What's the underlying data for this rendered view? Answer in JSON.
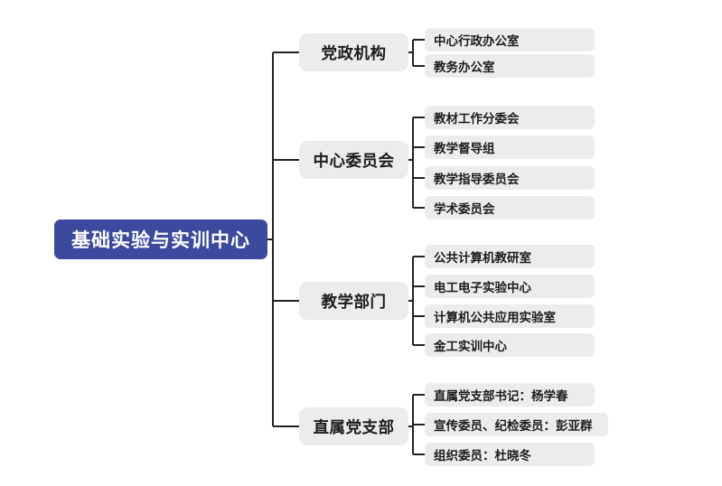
{
  "diagram": {
    "type": "organizational-tree",
    "orientation": "left-to-right",
    "title_node": "基础实验与实训中心",
    "colors": {
      "root_fill": "#3b4a9e",
      "root_text": "#ffffff",
      "node_fill": "#ececec",
      "node_text": "#1c1c1c",
      "connector": "#222222",
      "background": "#ffffff"
    },
    "root": {
      "label": "基础实验与实训中心"
    },
    "branches": [
      {
        "label": "党政机构",
        "children": [
          {
            "label": "中心行政办公室"
          },
          {
            "label": "教务办公室"
          }
        ]
      },
      {
        "label": "中心委员会",
        "children": [
          {
            "label": "教材工作分委会"
          },
          {
            "label": "教学督导组"
          },
          {
            "label": "教学指导委员会"
          },
          {
            "label": "学术委员会"
          }
        ]
      },
      {
        "label": "教学部门",
        "children": [
          {
            "label": "公共计算机教研室"
          },
          {
            "label": "电工电子实验中心"
          },
          {
            "label": "计算机公共应用实验室"
          },
          {
            "label": "金工实训中心"
          }
        ]
      },
      {
        "label": "直属党支部",
        "children": [
          {
            "label": "直属党支部书记：杨学春"
          },
          {
            "label": "宣传委员、纪检委员：彭亚群"
          },
          {
            "label": "组织委员：杜晓冬"
          }
        ]
      }
    ]
  }
}
